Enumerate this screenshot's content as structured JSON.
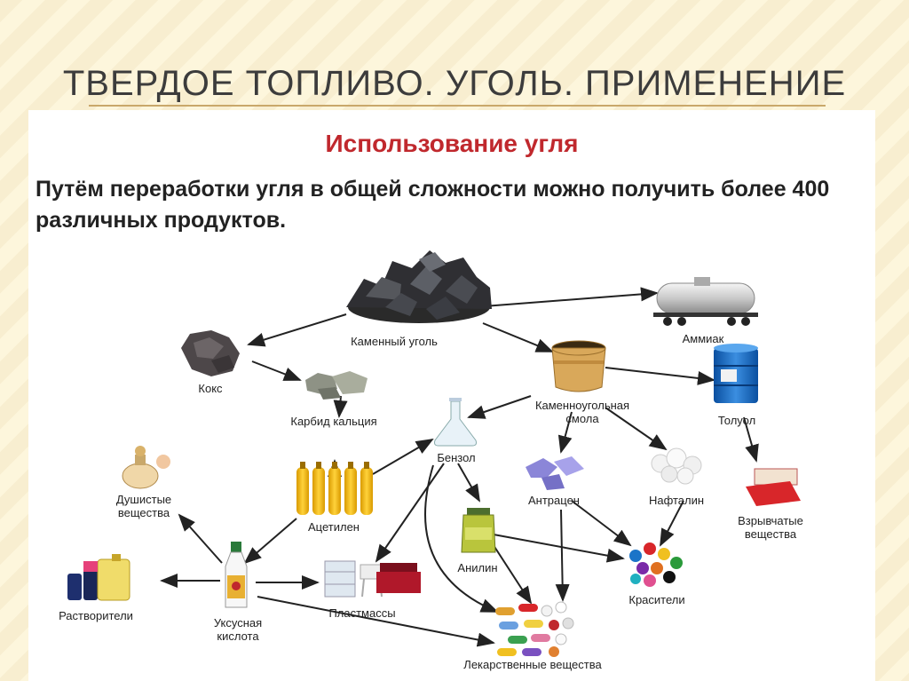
{
  "slide": {
    "title": "ТВЕРДОЕ ТОПЛИВО. УГОЛЬ. ПРИМЕНЕНИЕ"
  },
  "panel": {
    "heading": "Использование угля",
    "intro": "Путём переработки угля в общей сложности можно получить более 400 различных продуктов."
  },
  "nodes": {
    "coal": "Каменный уголь",
    "ammonia": "Аммиак",
    "coke": "Кокс",
    "tar_line1": "Каменноугольная",
    "tar_line2": "смола",
    "toluene": "Толуол",
    "calcium_carbide": "Карбид кальция",
    "benzene": "Бензол",
    "anthracene": "Антрацен",
    "naphthalene": "Нафталин",
    "explosives_line1": "Взрывчатые",
    "explosives_line2": "вещества",
    "perfume_line1": "Душистые",
    "perfume_line2": "вещества",
    "acetylene": "Ацетилен",
    "aniline": "Анилин",
    "solvents": "Растворители",
    "acetic_line1": "Уксусная",
    "acetic_line2": "кислота",
    "plastics": "Пластмассы",
    "dyes": "Красители",
    "medicines": "Лекарственные вещества"
  },
  "colors": {
    "title_red": "#c0282d",
    "arrow": "#222222"
  }
}
